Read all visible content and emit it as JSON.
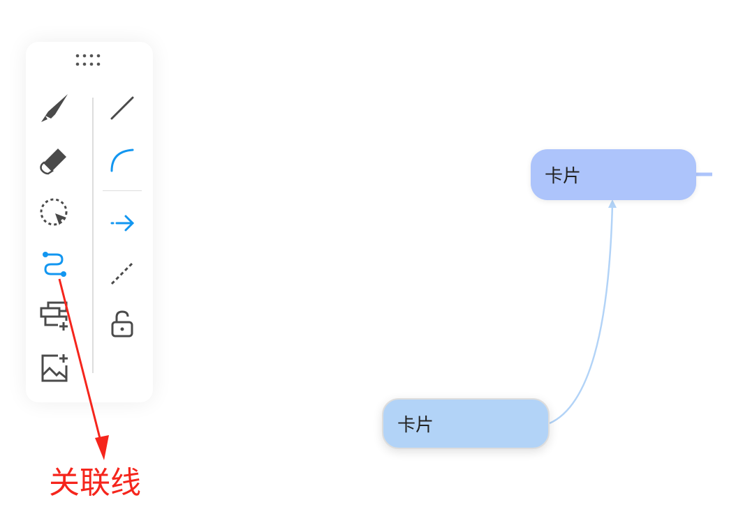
{
  "toolbar": {
    "left_tools": [
      "pen-icon",
      "eraser-icon",
      "lasso-select-icon",
      "relation-line-icon",
      "add-subtopic-icon",
      "add-image-icon"
    ],
    "right_tools": [
      "straight-line-icon",
      "curve-line-icon",
      "arrow-line-icon",
      "dashed-line-icon",
      "unlock-icon"
    ],
    "accent": "#1296f0"
  },
  "canvas": {
    "card_top_label": "卡片",
    "card_bottom_label": "卡片",
    "connector_color": "#b2d3f7"
  },
  "annotation": {
    "label": "关联线",
    "color": "#f5251c"
  }
}
